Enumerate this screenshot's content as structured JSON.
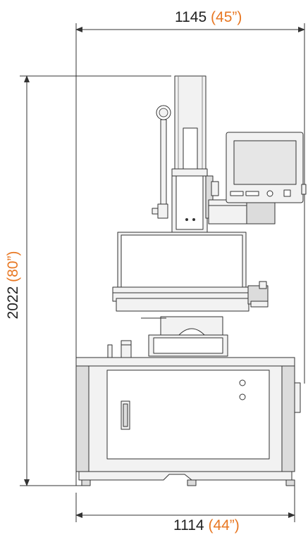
{
  "dimensions": {
    "top_width": {
      "metric": "1145",
      "imperial": "(45”)"
    },
    "bottom_width": {
      "metric": "1114",
      "imperial": "(44”)"
    },
    "height": {
      "metric": "2022",
      "imperial": "(80”)"
    }
  },
  "colors": {
    "line": "#333333",
    "imperial_text": "#e87722",
    "metric_text": "#222222",
    "machine_fill": "#f2f2f2",
    "machine_shade": "#dcdcdc",
    "screen_fill": "#e6e6e6"
  }
}
